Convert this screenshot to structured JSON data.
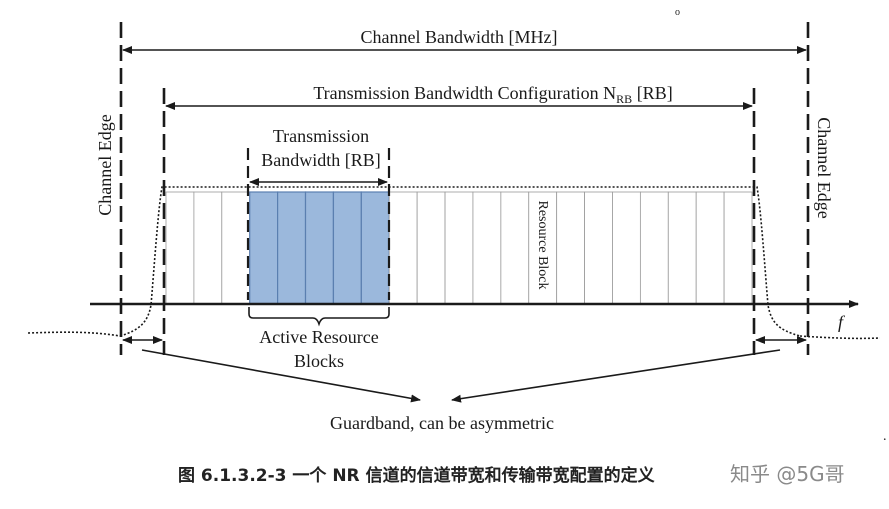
{
  "labels": {
    "channel_bandwidth": "Channel Bandwidth [MHz]",
    "transmission_config_prefix": "Transmission Bandwidth Configuration N",
    "transmission_config_sub": "RB",
    "transmission_config_suffix": " [RB]",
    "transmission_bw_line1": "Transmission",
    "transmission_bw_line2": "Bandwidth [RB]",
    "channel_edge_left": "Channel Edge",
    "channel_edge_right": "Channel Edge",
    "resource_block": "Resource Block",
    "active_rb_line1": "Active Resource",
    "active_rb_line2": "Blocks",
    "guardband": "Guardband, can be asymmetric",
    "freq_axis": "f",
    "stray_mark": "o",
    "stray_dot": "."
  },
  "resource_blocks": {
    "total": 21,
    "active_start": 3,
    "active_count": 5
  },
  "colors": {
    "active_fill": "#9bb8dc",
    "active_stroke": "#5b7fb0",
    "line": "#1a1a1a",
    "grid": "#9a9a9a"
  },
  "caption": "图 6.1.3.2-3 一个 NR 信道的信道带宽和传输带宽配置的定义",
  "watermark": "知乎 @5G哥"
}
